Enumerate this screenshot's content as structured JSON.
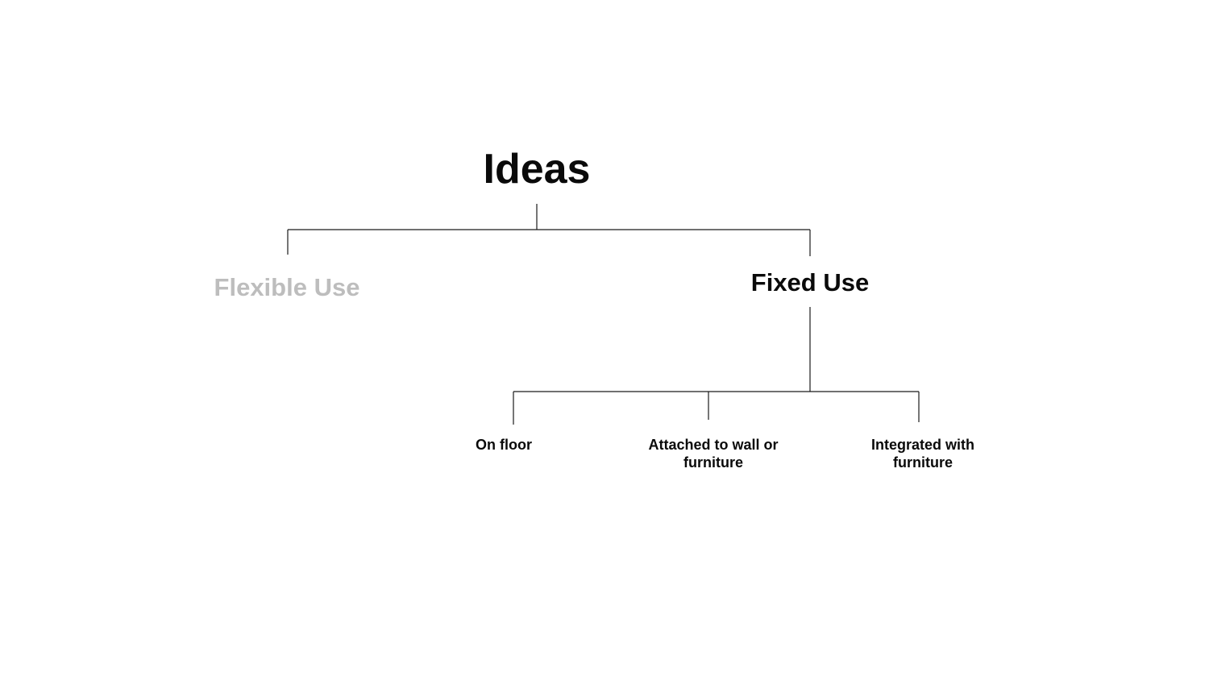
{
  "diagram": {
    "root": {
      "label": "Ideas",
      "color": "#0a0a0a"
    },
    "branches": [
      {
        "label": "Flexible Use",
        "color": "#bdbdbd",
        "children": []
      },
      {
        "label": "Fixed Use",
        "color": "#0a0a0a",
        "children": [
          {
            "label": "On floor"
          },
          {
            "label": "Attached to wall or furniture"
          },
          {
            "label": "Integrated with furniture"
          }
        ]
      }
    ],
    "line_color": "#1a1a1a"
  }
}
